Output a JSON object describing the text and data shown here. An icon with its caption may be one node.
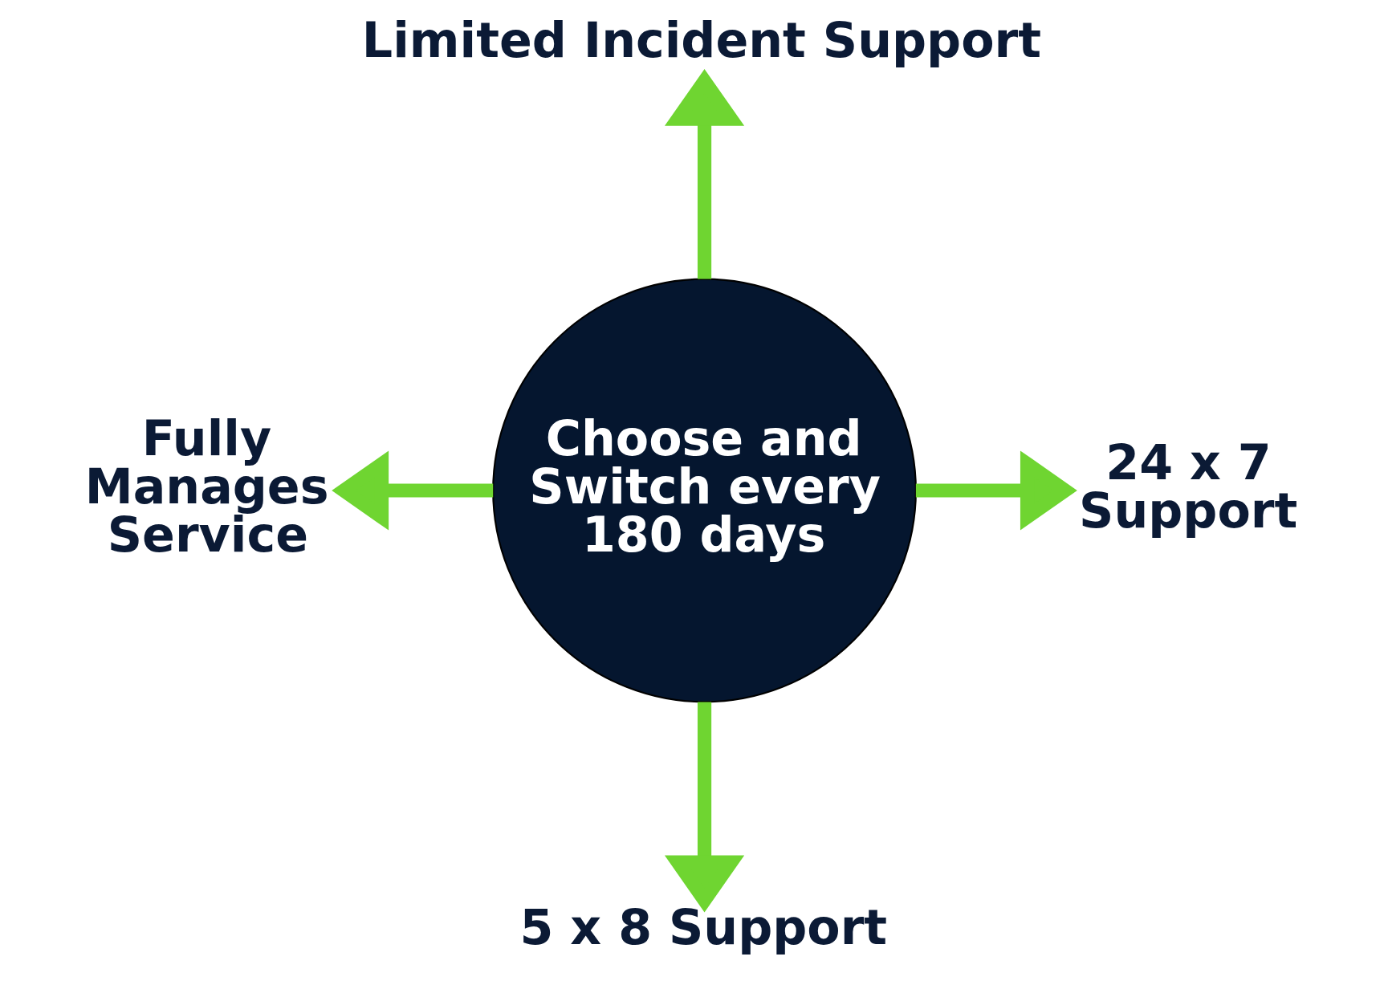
{
  "diagram": {
    "nodes": [
      {
        "text": [
          "Limited Incident Support"
        ]
      },
      {
        "text": [
          "Fully Manages Service"
        ]
      },
      {
        "text": [
          "Choose and Switch every 180 days"
        ]
      },
      {
        "text": [
          "24 x 7 Support"
        ]
      },
      {
        "text": [
          "5 x 8 Support"
        ]
      }
    ],
    "edges": [
      {
        "from": 2,
        "to": 0,
        "arrow": "to"
      },
      {
        "from": 2,
        "to": 1,
        "arrow": "to"
      },
      {
        "from": 2,
        "to": 3,
        "arrow": "to"
      },
      {
        "from": 2,
        "to": 4,
        "arrow": "to"
      }
    ]
  }
}
